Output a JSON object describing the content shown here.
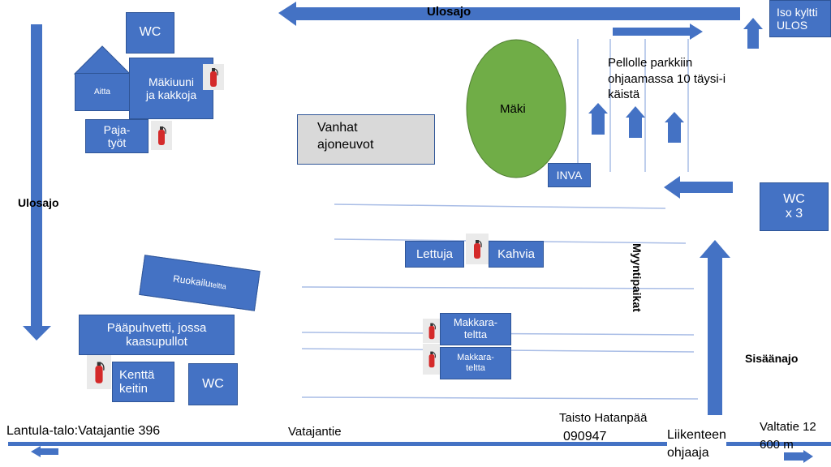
{
  "colors": {
    "box": "#4472c4",
    "hill": "#70ad47",
    "gray_box": "#d9d9d9",
    "line": "#a9bde6"
  },
  "labels": {
    "ulosajo_top": "Ulosajo",
    "iso_kyltti": "Iso kyltti\nULOS",
    "pellolle": "Pellolle parkkiin\nohjaamassa 10 täysi-i\nkäistä",
    "ulosajo_left": "Ulosajo",
    "wc_top": "WC",
    "aitta": "Aitta",
    "makiuuni": "Mäkiuuni\nja kakkoja",
    "pajatyot": "Paja-\ntyöt",
    "vanhat_ajoneuvot": "Vanhat\najoneuvot",
    "maki": "Mäki",
    "inva": "INVA",
    "wc_x3": "WC\nx 3",
    "lettuja": "Lettuja",
    "kahvia": "Kahvia",
    "myyntipaikat": "Myyntipaikat",
    "ruokailu_main": "Ruokailu",
    "ruokailu_small": "teltta",
    "paapuhvetti": "Pääpuhvetti, jossa\nkaasupullot",
    "makkarateltta_1": "Makkara-\nteltta",
    "makkarateltta_2": "Makkara-\nteltta",
    "sisaanajo": "Sisäänajo",
    "kentta_keitin": "Kenttä\nkeitin",
    "wc_bottom": "WC",
    "taisto": "Taisto Hatanpää",
    "phone": "090947",
    "lantula": "Lantula-talo:Vatajantie 396",
    "vatajantie": "Vatajantie",
    "liikenteen": "Liikenteen\nohjaaja",
    "valtatie": "Valtatie 12\n600 m"
  },
  "icons": {
    "arrow": "arrow-icon",
    "extinguisher": "fire-extinguisher-icon"
  }
}
